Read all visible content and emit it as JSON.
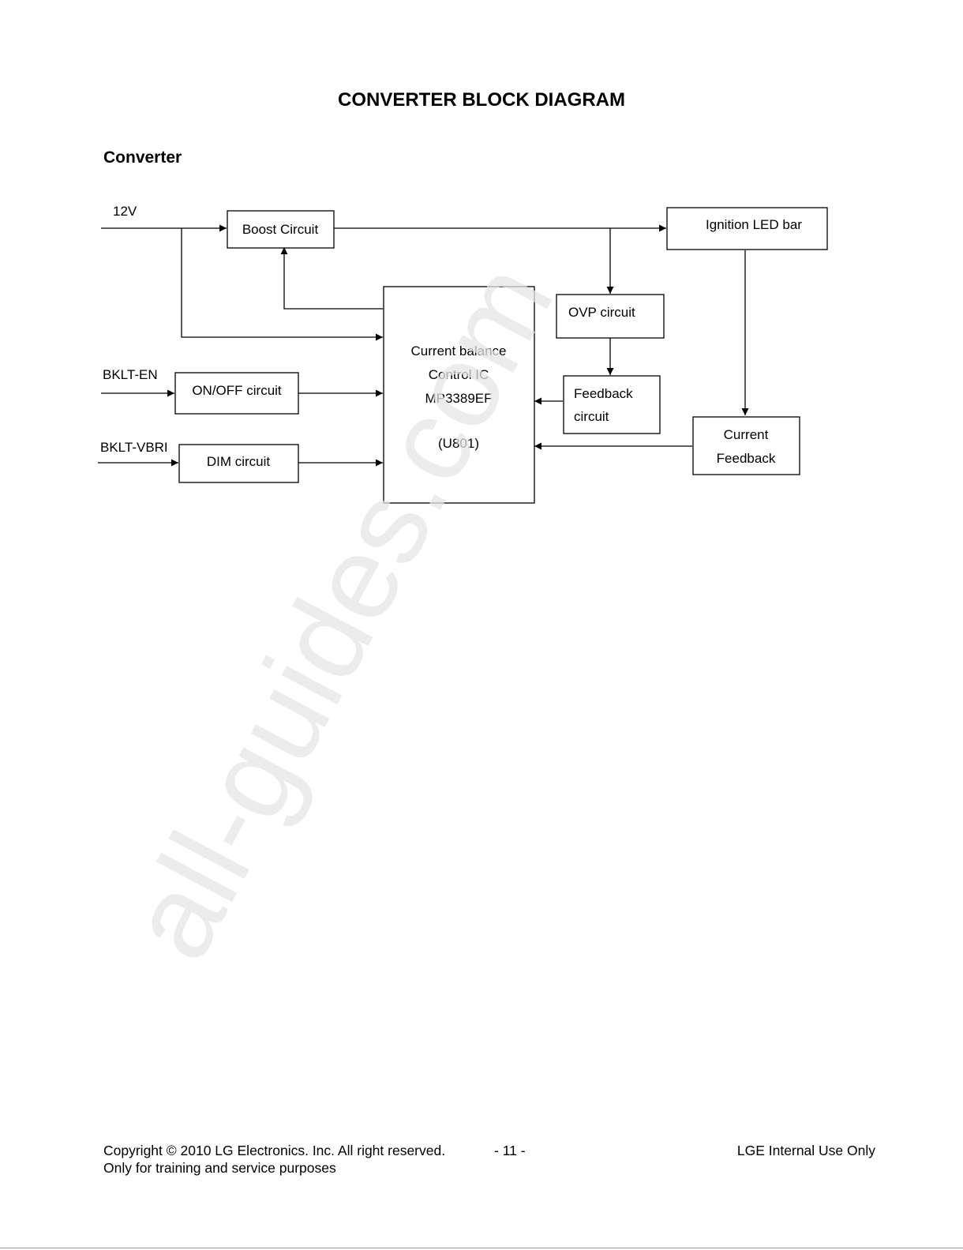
{
  "title": "CONVERTER BLOCK DIAGRAM",
  "section": "Converter",
  "diagram": {
    "inputs": {
      "v12": "12V",
      "bklt_en": "BKLT-EN",
      "bklt_vbri": "BKLT-VBRI"
    },
    "blocks": {
      "boost": "Boost Circuit",
      "led_bar": "Ignition LED bar",
      "ovp": "OVP circuit",
      "onoff": "ON/OFF circuit",
      "dim": "DIM circuit",
      "ic": {
        "line1": "Current balance",
        "line2": "Control IC",
        "line3": "MP3389EF",
        "line4": "(U801)"
      },
      "feedback": {
        "line1": "Feedback",
        "line2": "circuit"
      },
      "current_feedback": {
        "line1": "Current",
        "line2": "Feedback"
      }
    }
  },
  "watermark": "all-guides.com",
  "footer": {
    "copyright": "Copyright © 2010 LG Electronics. Inc. All right reserved.",
    "page": "- 11 -",
    "internal": "LGE Internal Use Only",
    "training": "Only for training and service purposes"
  }
}
